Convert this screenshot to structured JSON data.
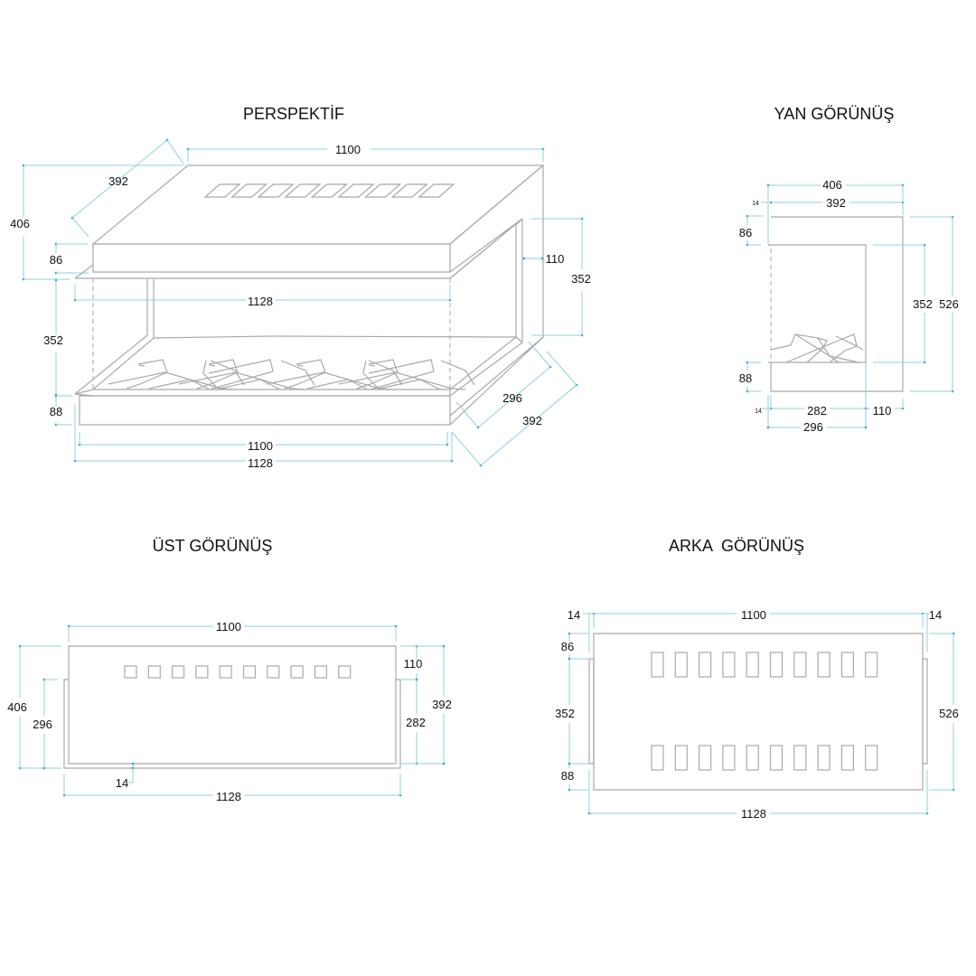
{
  "sheet": {
    "accent_color": "#8fd0e2",
    "line_color": "#a9a9a9",
    "views": {
      "perspective": {
        "title": "PERSPEKTİF",
        "dims": {
          "top_width": "1100",
          "depth_top": "392",
          "total_height": "406",
          "top_slab": "86",
          "opening_width": "1128",
          "opening_height": "352",
          "base_height": "88",
          "side_inset": "110",
          "side_height": "352",
          "base_depth_inner": "296",
          "base_depth_outer": "392",
          "base_width": "1100",
          "base_width_outer": "1128"
        },
        "top_vents": 9
      },
      "side": {
        "title": "YAN GÖRÜNÜŞ",
        "dims": {
          "overall_depth": "406",
          "top_depth": "392",
          "lip": "14",
          "top_slab": "86",
          "opening_height": "352",
          "total_height": "526",
          "base_height": "88",
          "lip_bottom": "14",
          "base_inner": "282",
          "back_inset": "110",
          "base_outer": "296"
        }
      },
      "top": {
        "title": "ÜST GÖRÜNÜŞ",
        "dims": {
          "width": "1100",
          "depth": "406",
          "base_depth": "296",
          "back_inset": "110",
          "inner_depth": "282",
          "total_depth": "392",
          "lip": "14",
          "base_width": "1128"
        },
        "vents": 10
      },
      "back": {
        "title": "ARKA  GÖRÜNÜŞ",
        "dims": {
          "lip_left": "14",
          "width": "1100",
          "lip_right": "14",
          "top_slab": "86",
          "opening_height": "352",
          "base_height": "88",
          "total_height": "526",
          "base_width": "1128"
        },
        "vent_rows": 2,
        "vents_per_row": 10
      }
    }
  }
}
